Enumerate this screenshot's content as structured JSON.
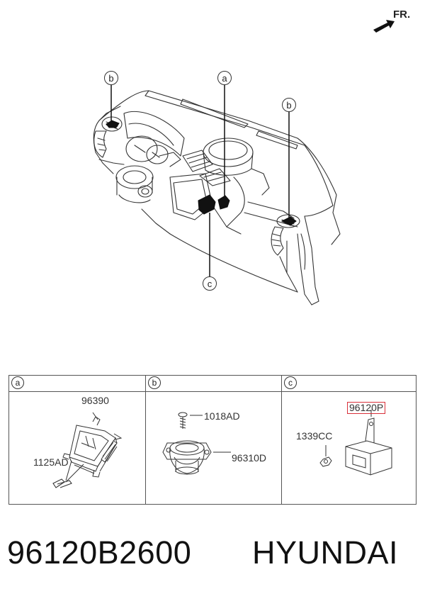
{
  "header": {
    "direction_label": "FR."
  },
  "diagram": {
    "callouts": {
      "a": "a",
      "b": "b",
      "c": "c"
    }
  },
  "table": {
    "sections": [
      {
        "key": "a",
        "parts": [
          "96390",
          "1125AD"
        ]
      },
      {
        "key": "b",
        "parts": [
          "1018AD",
          "96310D"
        ]
      },
      {
        "key": "c",
        "parts": [
          "96120P",
          "1339CC"
        ]
      }
    ]
  },
  "footer": {
    "part_number": "96120B2600",
    "brand": "HYUNDAI"
  },
  "colors": {
    "highlight": "#d9303a",
    "line": "#333333"
  }
}
